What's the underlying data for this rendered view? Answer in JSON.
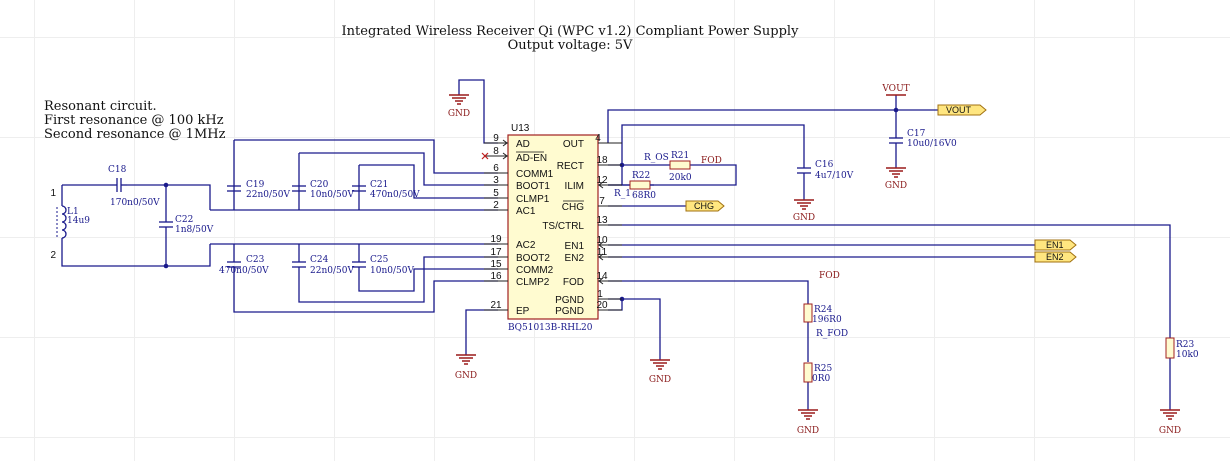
{
  "title": {
    "line1": "Integrated Wireless Receiver Qi (WPC v1.2) Compliant Power Supply",
    "line2": "Output voltage: 5V"
  },
  "note": {
    "line1": "Resonant circuit.",
    "line2": "First resonance @ 100 kHz",
    "line3": "Second resonance @ 1MHz"
  },
  "ic": {
    "ref": "U13",
    "part": "BQ51013B-RHL20",
    "pins": {
      "ad": {
        "num": "9",
        "name": "AD"
      },
      "aden": {
        "num": "8",
        "name": "AD-EN"
      },
      "comm1": {
        "num": "6",
        "name": "COMM1"
      },
      "boot1": {
        "num": "3",
        "name": "BOOT1"
      },
      "clmp1": {
        "num": "5",
        "name": "CLMP1"
      },
      "ac1": {
        "num": "2",
        "name": "AC1"
      },
      "ac2": {
        "num": "19",
        "name": "AC2"
      },
      "boot2": {
        "num": "17",
        "name": "BOOT2"
      },
      "comm2": {
        "num": "15",
        "name": "COMM2"
      },
      "clmp2": {
        "num": "16",
        "name": "CLMP2"
      },
      "ep": {
        "num": "21",
        "name": "EP"
      },
      "out": {
        "num": "4",
        "name": "OUT"
      },
      "rect": {
        "num": "18",
        "name": "RECT"
      },
      "ilim": {
        "num": "12",
        "name": "ILIM"
      },
      "chg": {
        "num": "7",
        "name": "CHG"
      },
      "tsctrl": {
        "num": "13",
        "name": "TS/CTRL"
      },
      "en1": {
        "num": "10",
        "name": "EN1"
      },
      "en2": {
        "num": "11",
        "name": "EN2"
      },
      "fod": {
        "num": "14",
        "name": "FOD"
      },
      "pgnd1": {
        "num": "1",
        "name": "PGND"
      },
      "pgnd2": {
        "num": "20",
        "name": "PGND"
      }
    }
  },
  "components": {
    "l1": {
      "ref": "L1",
      "value": "14u9",
      "pin1": "1",
      "pin2": "2"
    },
    "c18": {
      "ref": "C18",
      "value": "170n0/50V"
    },
    "c22": {
      "ref": "C22",
      "value": "1n8/50V"
    },
    "c19": {
      "ref": "C19",
      "value": "22n0/50V"
    },
    "c20": {
      "ref": "C20",
      "value": "10n0/50V"
    },
    "c21": {
      "ref": "C21",
      "value": "470n0/50V"
    },
    "c23": {
      "ref": "C23",
      "value": "470n0/50V"
    },
    "c24": {
      "ref": "C24",
      "value": "22n0/50V"
    },
    "c25": {
      "ref": "C25",
      "value": "10n0/50V"
    },
    "c16": {
      "ref": "C16",
      "value": "4u7/10V"
    },
    "c17": {
      "ref": "C17",
      "value": "10u0/16V0"
    },
    "r21": {
      "ref": "R21",
      "value": "20k0"
    },
    "r22": {
      "ref": "R22",
      "value": "68R0"
    },
    "r24": {
      "ref": "R24",
      "value": "196R0"
    },
    "r25": {
      "ref": "R25",
      "value": "0R0"
    },
    "r23": {
      "ref": "R23",
      "value": "10k0"
    }
  },
  "nets": {
    "r_os": "R_OS",
    "r_1": "R_1",
    "fod_r21": "FOD",
    "fod_pin": "FOD",
    "r_fod": "R_FOD",
    "vout_power": "VOUT"
  },
  "ports": {
    "vout": "VOUT",
    "chg": "CHG",
    "en1": "EN1",
    "en2": "EN2"
  },
  "gnd_label": "GND"
}
